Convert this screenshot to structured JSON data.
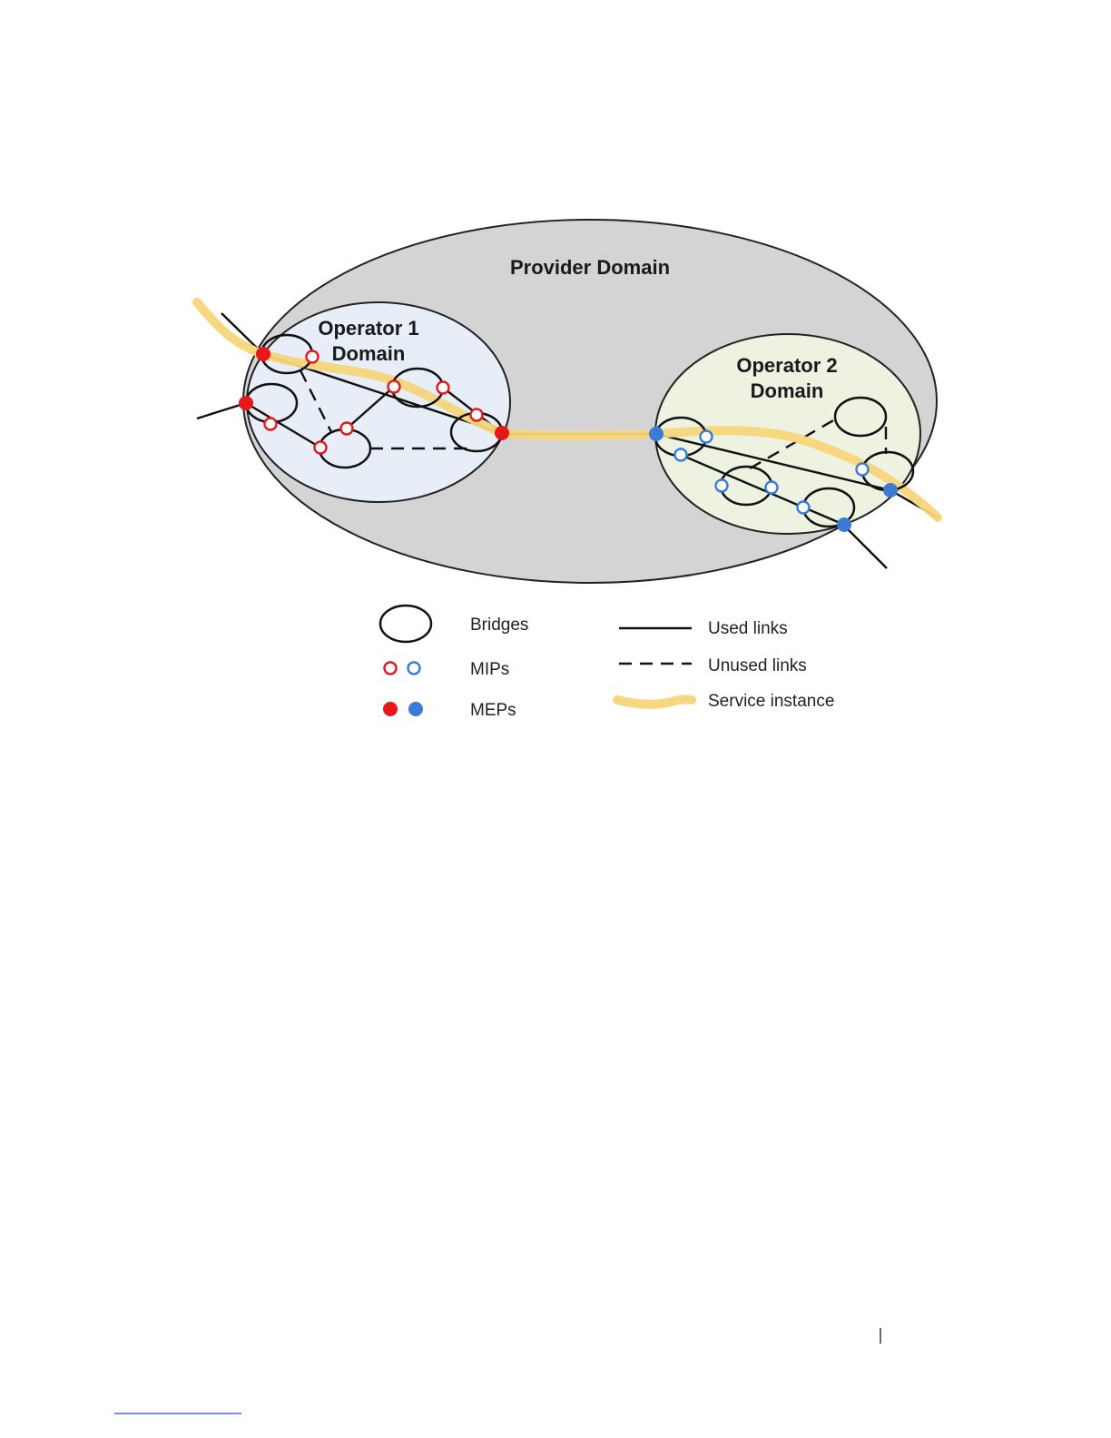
{
  "diagram": {
    "title": "Provider Domain",
    "operator1": {
      "line1": "Operator 1",
      "line2": "Domain"
    },
    "operator2": {
      "line1": "Operator 2",
      "line2": "Domain"
    }
  },
  "legend": {
    "bridges": "Bridges",
    "mips": "MIPs",
    "meps": "MEPs",
    "used_links": "Used links",
    "unused_links": "Unused links",
    "service_instance": "Service instance"
  },
  "colors": {
    "provider_fill": "#d4d4d4",
    "operator1_fill": "#e8eef7",
    "operator2_fill": "#eef2e0",
    "service": "#f7d57a",
    "operator1_point": "#e8171c",
    "operator2_point": "#3a7bd5"
  }
}
